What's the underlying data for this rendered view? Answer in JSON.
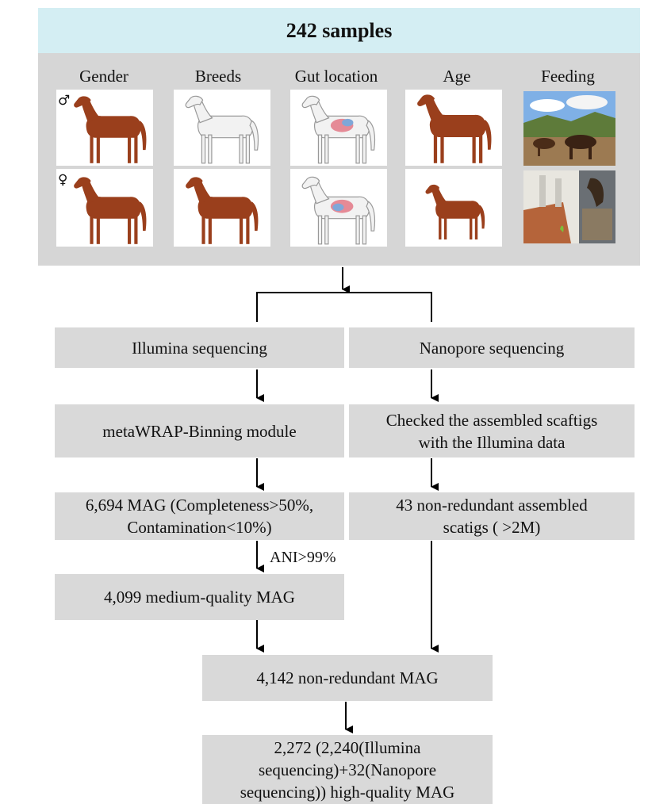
{
  "header": {
    "title": "242 samples"
  },
  "categories": {
    "gender": "Gender",
    "breeds": "Breeds",
    "gut_location": "Gut location",
    "age": "Age",
    "feeding": "Feeding"
  },
  "symbols": {
    "male": "♂",
    "female": "♀"
  },
  "illumina": {
    "sequencing": "Illumina sequencing",
    "binning": "metaWRAP-Binning module",
    "mag_line1": "6,694 MAG (Completeness>50%,",
    "mag_line2": "Contamination<10%)",
    "ani": "ANI>99%",
    "medium": "4,099 medium-quality MAG"
  },
  "nanopore": {
    "sequencing": "Nanopore sequencing",
    "checked_line1": "Checked the assembled scaftigs",
    "checked_line2": "with the Illumina data",
    "assembled_line1": "43 non-redundant assembled",
    "assembled_line2": "scatigs ( >2M)"
  },
  "merged": {
    "nonredundant": "4,142 non-redundant MAG",
    "hq_line1": "2,272 (2,240(Illumina",
    "hq_line2": "sequencing)+32(Nanopore",
    "hq_line3": "sequencing)) high-quality MAG"
  },
  "colors": {
    "header_bg": "#d4eef3",
    "panel_bg": "#d6d6d6",
    "box_bg": "#d9d9d9",
    "horse_brown": "#9a3f1c",
    "horse_white": "#f2f2f2"
  }
}
